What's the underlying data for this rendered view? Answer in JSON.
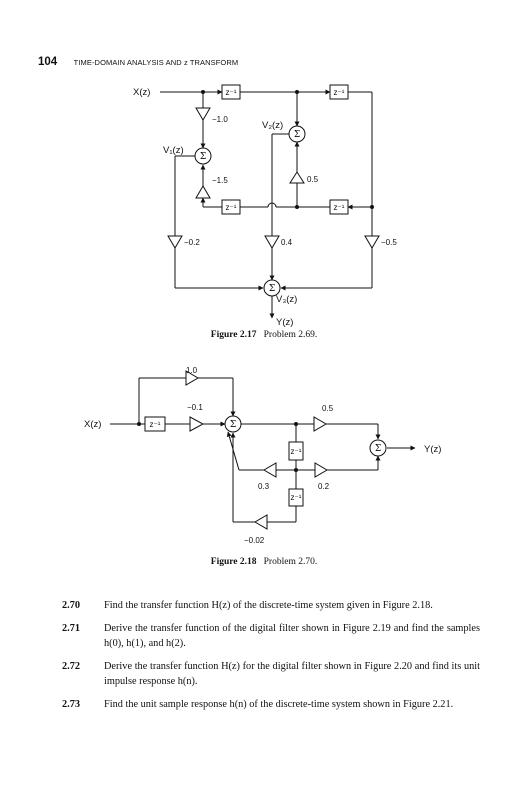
{
  "header": {
    "page_number": "104",
    "running_title": "TIME-DOMAIN ANALYSIS AND z TRANSFORM"
  },
  "figure_2_17": {
    "labels": {
      "x_in": "X(z)",
      "y_out": "Y(z)",
      "v1": "V₁(z)",
      "v2": "V₂(z)",
      "v3": "V₃(z)",
      "delay": "z⁻¹",
      "sigma": "Σ",
      "g_m1_0": "−1.0",
      "g_m1_5": "−1.5",
      "g_0_5": "0.5",
      "g_m0_2": "−0.2",
      "g_0_4": "0.4",
      "g_m0_5": "−0.5"
    },
    "caption": {
      "label": "Figure 2.17",
      "text": "Problem 2.69."
    }
  },
  "figure_2_18": {
    "labels": {
      "x_in": "X(z)",
      "y_out": "Y(z)",
      "delay": "z⁻¹",
      "sigma": "Σ",
      "g_1_0": "1.0",
      "g_m0_1": "−0.1",
      "g_0_5": "0.5",
      "g_0_3": "0.3",
      "g_0_2": "0.2",
      "g_m0_02": "−0.02"
    },
    "caption": {
      "label": "Figure 2.18",
      "text": "Problem 2.70."
    }
  },
  "problems": [
    {
      "number": "2.70",
      "text": "Find the transfer function H(z) of the discrete-time system given in Figure 2.18."
    },
    {
      "number": "2.71",
      "text": "Derive the transfer function of the digital filter shown in Figure 2.19 and find the samples h(0), h(1), and h(2)."
    },
    {
      "number": "2.72",
      "text": "Derive the transfer function H(z) for the digital filter shown in Figure 2.20 and find its unit impulse response h(n)."
    },
    {
      "number": "2.73",
      "text": "Find the unit sample response h(n) of the discrete-time system shown in Figure 2.21."
    }
  ]
}
